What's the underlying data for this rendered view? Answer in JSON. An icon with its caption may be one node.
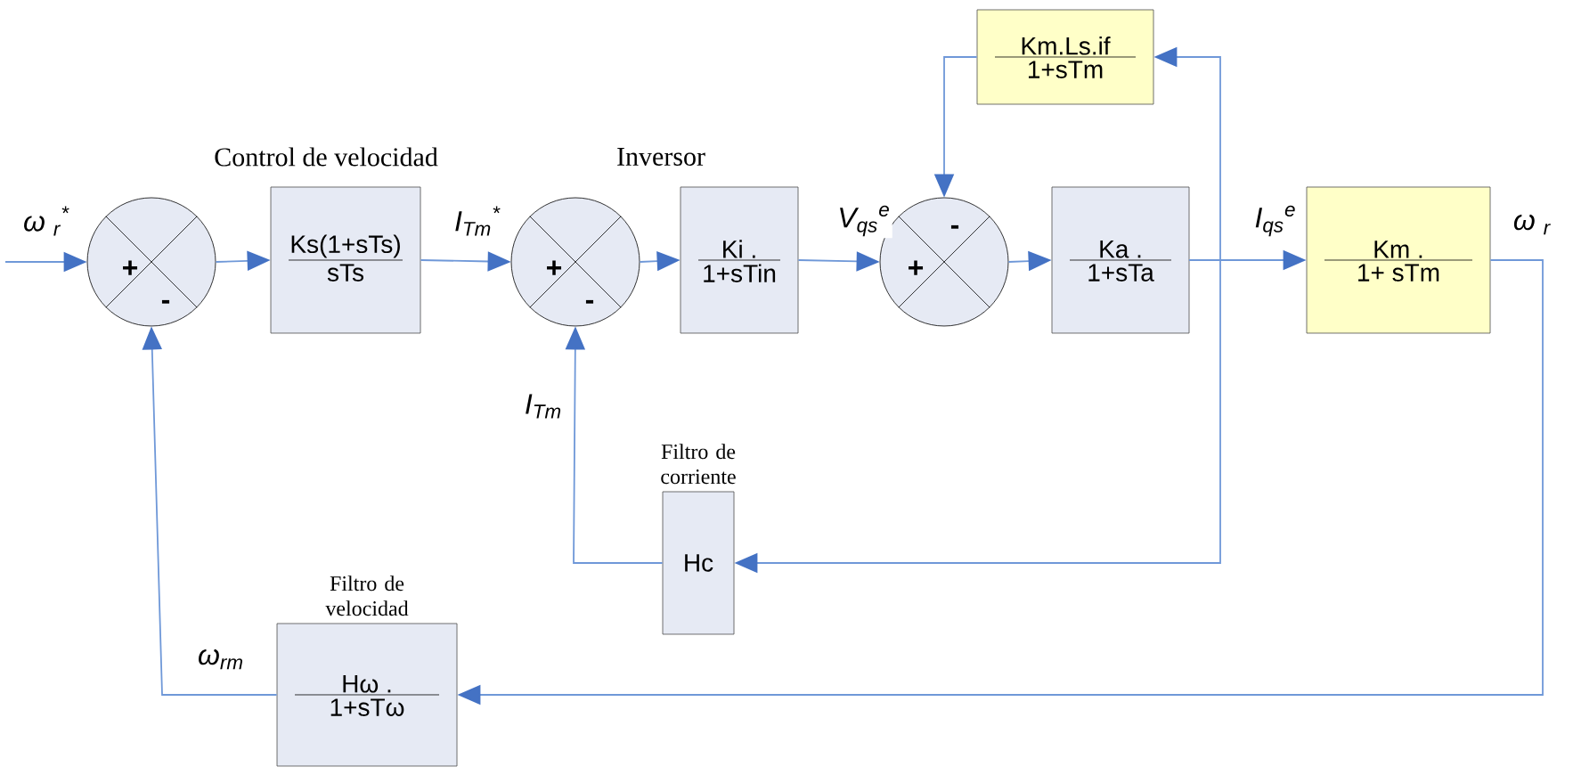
{
  "diagram": {
    "nodes": [
      {
        "text": [
          "+",
          "-"
        ]
      },
      {
        "text": [
          "Ks(1+sTs)",
          "sTs"
        ]
      },
      {
        "text": [
          "+",
          "-"
        ]
      },
      {
        "text": [
          "Ki .",
          "1+sTin"
        ]
      },
      {
        "text": [
          "+",
          "-"
        ]
      },
      {
        "text": [
          "Ka .",
          "1+sTa"
        ]
      },
      {
        "text": [
          "Km.Ls.if",
          "1+sTm"
        ]
      },
      {
        "text": [
          "Km .",
          "1+ sTm"
        ]
      },
      {
        "text": [
          "Hc"
        ],
        "beside": [
          "Filtro de corriente"
        ]
      },
      {
        "text": [
          "Hω .",
          "1+sTω"
        ],
        "beside": [
          "Filtro de velocidad"
        ]
      }
    ],
    "edges": [
      {
        "from": null,
        "to": 0,
        "arrow": "to",
        "label": "ω $_{r}$$^{*}$"
      },
      {
        "from": 0,
        "to": 1,
        "arrow": "to"
      },
      {
        "from": 1,
        "to": 2,
        "arrow": "to",
        "label": "I$_{Tm}$$^{*}$"
      },
      {
        "from": 2,
        "to": 3,
        "arrow": "to"
      },
      {
        "from": 3,
        "to": 4,
        "arrow": "to",
        "label": "V$_{qs}$$^{e}$"
      },
      {
        "from": 4,
        "to": 5,
        "arrow": "to"
      },
      {
        "from": 5,
        "to": 7,
        "arrow": "to",
        "label": "I$_{qs}$$^{e}$"
      },
      {
        "from": 5,
        "to": 6,
        "arrow": "to"
      },
      {
        "from": 6,
        "to": 4,
        "arrow": "to"
      },
      {
        "from": 5,
        "to": 8,
        "arrow": "to"
      },
      {
        "from": 8,
        "to": 2,
        "arrow": "to",
        "label": "I$_{Tm}$"
      },
      {
        "from": 7,
        "to": 9,
        "arrow": "to",
        "label": "ω $_{r}$"
      },
      {
        "from": 9,
        "to": 0,
        "arrow": "to",
        "label": "ω$_{rm}$"
      }
    ],
    "labels": [
      "Control de velocidad",
      "Inversor"
    ]
  }
}
